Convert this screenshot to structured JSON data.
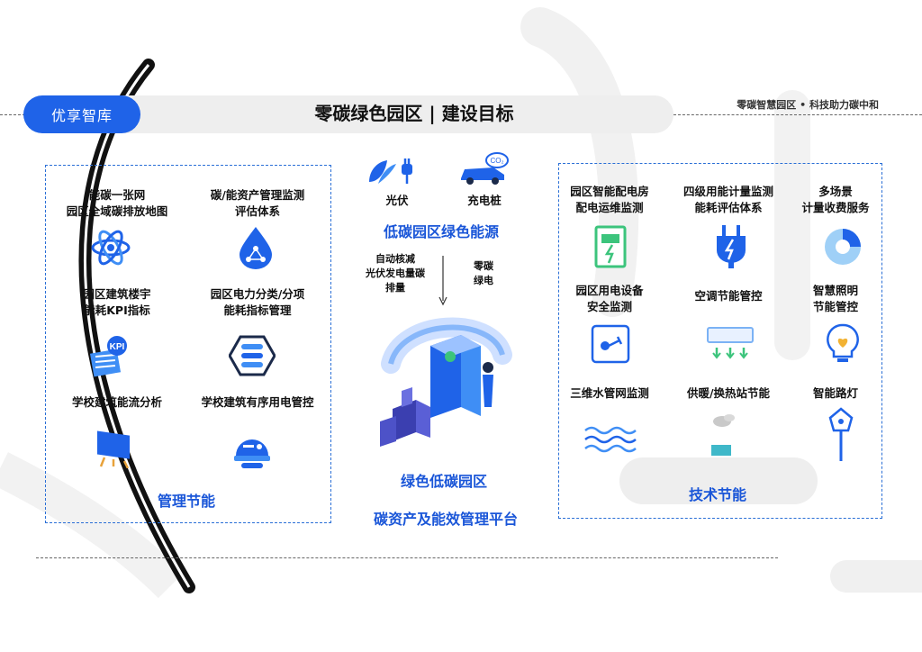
{
  "header": {
    "logo": "优享智库",
    "title": "零碳绿色园区 | 建设目标",
    "tagline": "零碳智慧园区 • 科技助力碳中和"
  },
  "left_panel": {
    "title": "管理节能",
    "items": [
      {
        "label": "能碳一张网\n园区全域碳排放地图",
        "icon": "atom-icon"
      },
      {
        "label": "碳/能资产管理监测\n评估体系",
        "icon": "water-drop-network-icon"
      },
      {
        "label": "园区建筑楼宇\n能耗KPI指标",
        "icon": "kpi-icon"
      },
      {
        "label": "园区电力分类/分项\n能耗指标管理",
        "icon": "hexagon-list-icon"
      },
      {
        "label": "学校建筑能流分析",
        "icon": "easel-board-icon"
      },
      {
        "label": "学校建筑有序用电管控",
        "icon": "control-dome-icon"
      }
    ]
  },
  "center": {
    "solar_label": "光伏",
    "charger_label": "充电桩",
    "energy_title": "低碳园区绿色能源",
    "left_note": "自动核减\n光伏发电量碳\n排量",
    "right_note": "零碳\n绿电",
    "platform_title": "绿色低碳园区",
    "platform_subtitle": "碳资产及能效管理平台",
    "co2_text": "CO₂"
  },
  "right_panel": {
    "title": "技术节能",
    "items": [
      {
        "label": "园区智能配电房\n配电运维监测",
        "icon": "electric-cabinet-icon"
      },
      {
        "label": "四级用能计量监测\n能耗评估体系",
        "icon": "plug-bolt-icon"
      },
      {
        "label": "多场景\n计量收费服务",
        "icon": "pie-chart-icon"
      },
      {
        "label": "园区用电设备\n安全监测",
        "icon": "socket-plug-icon"
      },
      {
        "label": "空调节能管控",
        "icon": "air-conditioner-icon"
      },
      {
        "label": "智慧照明\n节能管控",
        "icon": "bulb-icon"
      },
      {
        "label": "三维水管网监测",
        "icon": "water-waves-icon"
      },
      {
        "label": "供暖/换热站节能",
        "icon": "heating-station-icon"
      },
      {
        "label": "智能路灯",
        "icon": "street-lamp-icon"
      }
    ]
  },
  "colors": {
    "accent": "#1f63e8",
    "accent_light": "#3f8ef5",
    "panel_border": "#2a6fd6",
    "text": "#111111"
  }
}
